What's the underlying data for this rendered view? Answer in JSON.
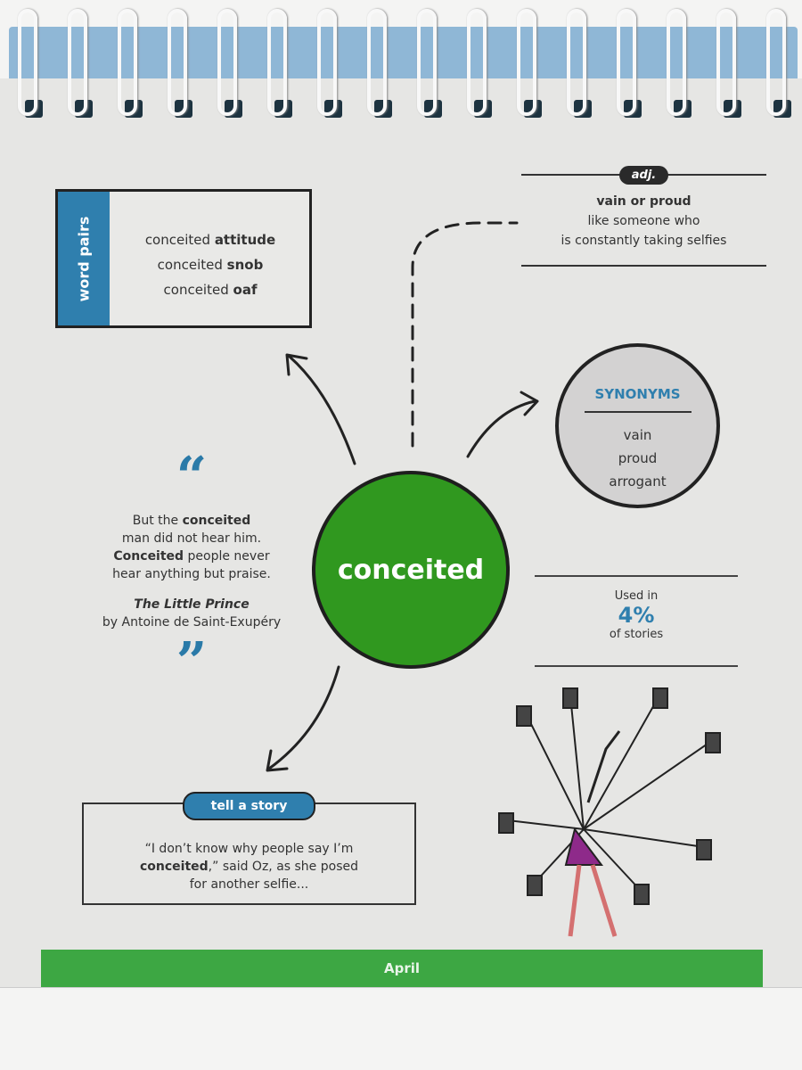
{
  "word_pairs": {
    "label": "word pairs",
    "items": [
      {
        "base": "conceited",
        "bold": "attitude"
      },
      {
        "base": "conceited",
        "bold": "snob"
      },
      {
        "base": "conceited",
        "bold": "oaf"
      }
    ]
  },
  "definition": {
    "part_of_speech": "adj.",
    "meaning": "vain or proud",
    "line1": "like someone who",
    "line2": "is constantly taking selfies"
  },
  "synonyms": {
    "title": "SYNONYMS",
    "items": [
      "vain",
      "proud",
      "arrogant"
    ]
  },
  "word": "conceited",
  "quote": {
    "open": "“",
    "close": "”",
    "t1": "But the ",
    "b1": "conceited",
    "t2": "man did not hear him.",
    "b2": "Conceited",
    "t3": " people never",
    "t4": "hear anything but praise.",
    "book": "The Little Prince",
    "author": "by Antoine de Saint-Exupéry"
  },
  "usage": {
    "prefix": "Used in",
    "percent": "4%",
    "suffix": "of stories"
  },
  "story": {
    "label": "tell a story",
    "t1": "“I don’t know why people say I’m",
    "bold": "conceited",
    "t2": ",” said Oz, as she posed",
    "t3": "for another selfie..."
  },
  "footer": {
    "month": "April"
  },
  "colors": {
    "green": "#30981f",
    "blue": "#2f7fae"
  }
}
